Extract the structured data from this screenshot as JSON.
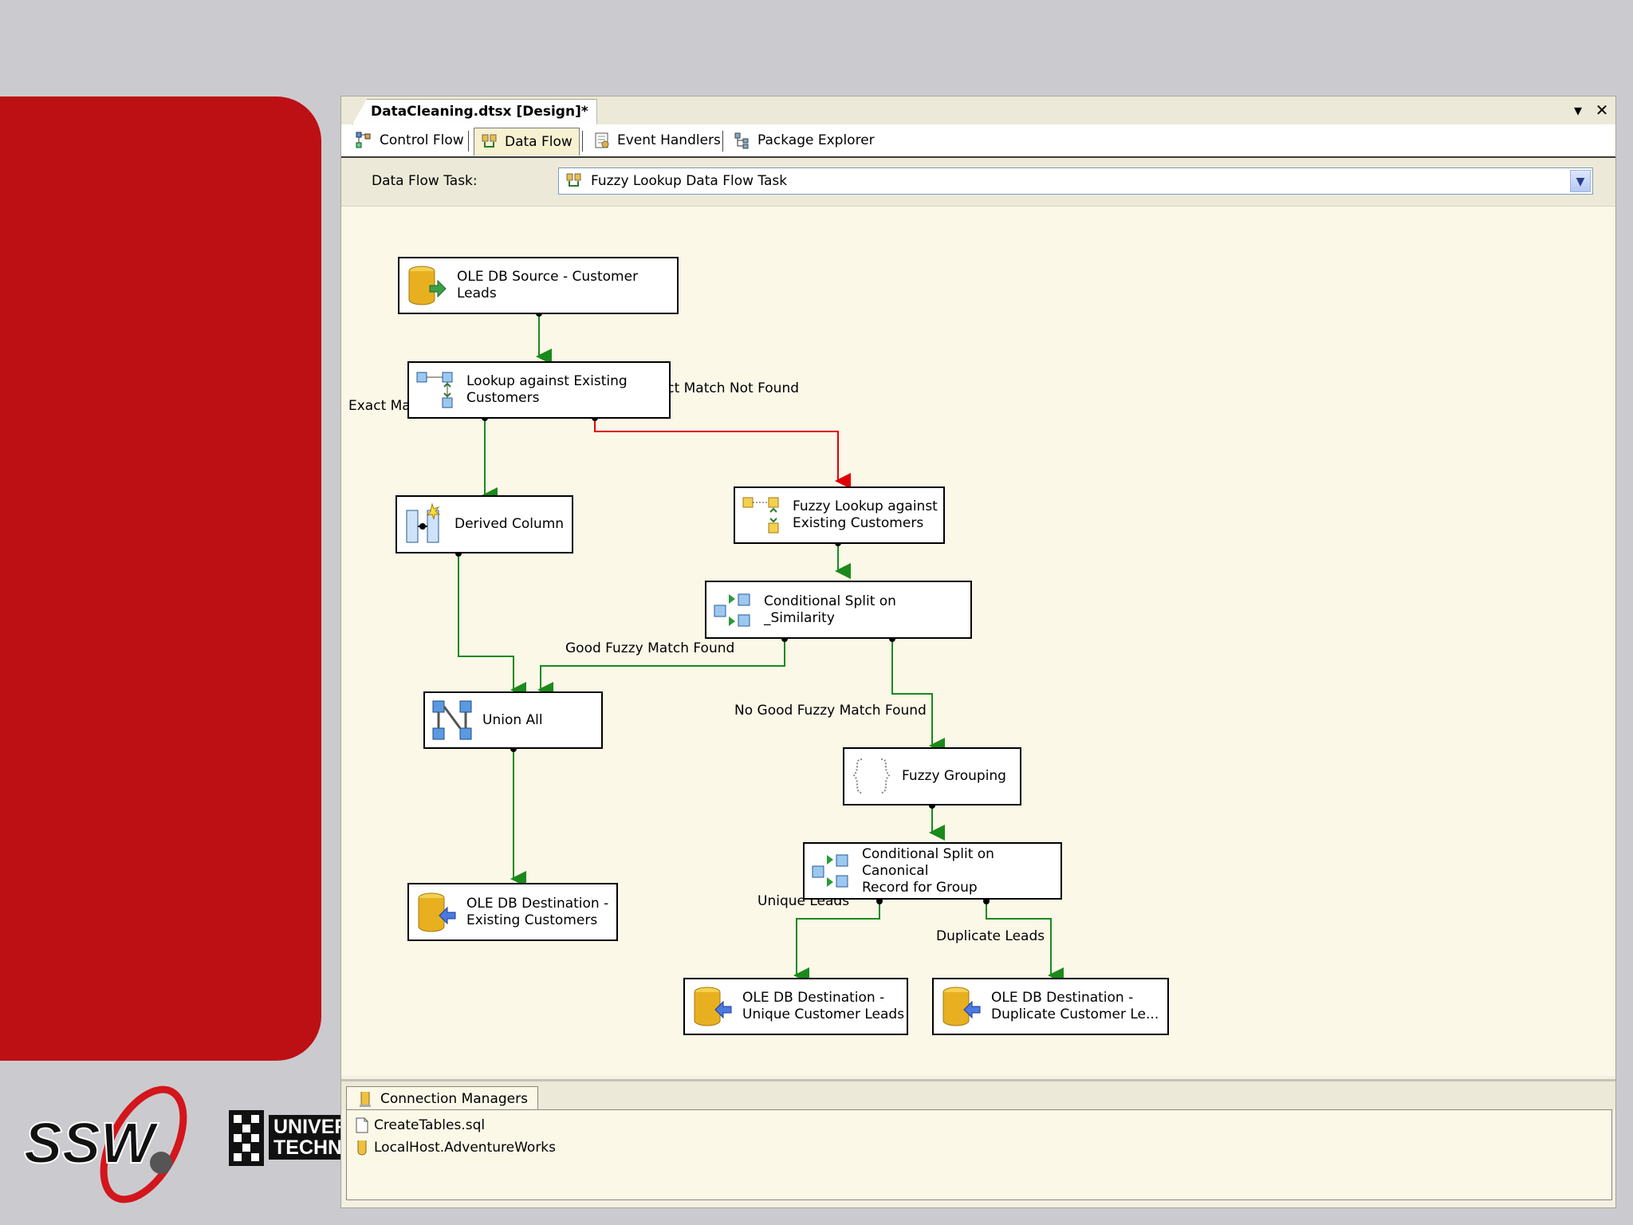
{
  "window": {
    "document_tab": "DataCleaning.dtsx [Design]*",
    "pin_icon": "dropdown-arrow-icon",
    "close_icon": "close-icon"
  },
  "designer_tabs": [
    {
      "label": "Control Flow",
      "icon": "control-flow-icon"
    },
    {
      "label": "Data Flow",
      "icon": "data-flow-icon",
      "active": true
    },
    {
      "label": "Event Handlers",
      "icon": "event-handlers-icon"
    },
    {
      "label": "Package Explorer",
      "icon": "package-explorer-icon"
    }
  ],
  "task_row": {
    "label": "Data Flow Task:",
    "selected": "Fuzzy Lookup Data Flow Task"
  },
  "components": {
    "ole_source": "OLE DB Source - Customer\nLeads",
    "lookup": "Lookup against Existing\nCustomers",
    "derived": "Derived Column",
    "fuzzy_lookup": "Fuzzy Lookup against\nExisting Customers",
    "cond_split_sim": "Conditional Split on _Similarity",
    "union_all": "Union All",
    "fuzzy_grouping": "Fuzzy Grouping",
    "cond_split_canon": "Conditional Split on Canonical\nRecord for Group",
    "dest_existing": "OLE DB Destination -\nExisting Customers",
    "dest_unique": "OLE DB Destination -\nUnique Customer Leads",
    "dest_duplicate": "OLE DB Destination -\nDuplicate Customer Le..."
  },
  "paths": {
    "exact_match_found": "Exact Match Found",
    "exact_match_not_found": "Exact Match Not Found",
    "good_fuzzy": "Good Fuzzy Match Found",
    "no_good_fuzzy": "No Good Fuzzy Match Found",
    "unique_leads": "Unique Leads",
    "duplicate_leads": "Duplicate Leads"
  },
  "connection_managers": {
    "tab_label": "Connection Managers",
    "items": [
      "CreateTables.sql",
      "LocalHost.AdventureWorks"
    ]
  },
  "logos": {
    "ssw": "SSW",
    "uts": "UNIVERS\nTECHNO"
  },
  "colors": {
    "red_panel": "#bd1015",
    "success_path": "#1a8a1a",
    "error_path": "#e00000",
    "canvas": "#fbf8e8"
  }
}
